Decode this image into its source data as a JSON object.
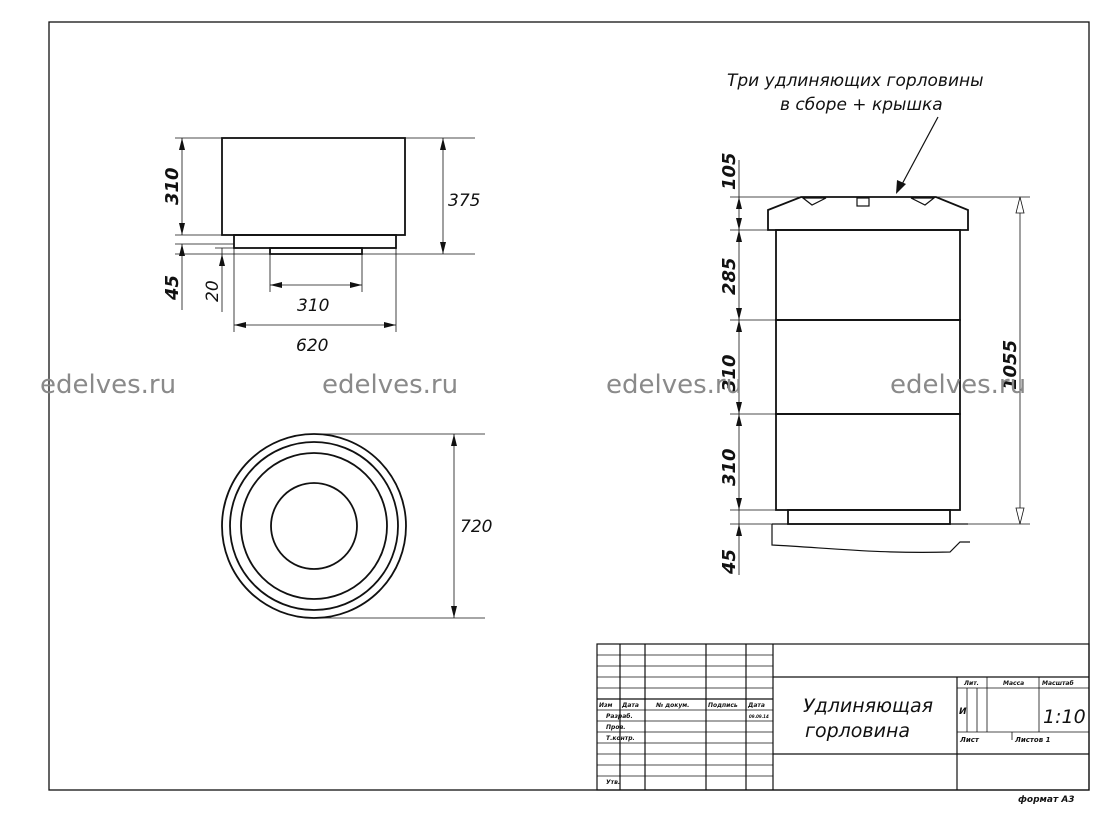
{
  "top_view_dims": {
    "height_310": "310",
    "height_375": "375",
    "height_45": "45",
    "height_20": "20",
    "width_310": "310",
    "width_620": "620"
  },
  "circle_view_dims": {
    "diameter_720": "720"
  },
  "side_view": {
    "note_line1": "Три удлиняющих горловины",
    "note_line2": "в сборе + крышка",
    "dim_105": "105",
    "dim_285": "285",
    "dim_310_a": "310",
    "dim_310_b": "310",
    "dim_45": "45",
    "dim_1055": "1055"
  },
  "watermarks": [
    "edelves.ru",
    "edelves.ru",
    "edelves.ru",
    "edelves.ru"
  ],
  "title_block": {
    "col_izm": "Изм",
    "col_data": "Дата",
    "col_ndokum": "№ докум.",
    "col_podpis": "Подпись",
    "col_data2": "Дата",
    "row_razrab": "Разраб.",
    "row_prov": "Пров.",
    "row_tkontr": "Т.контр.",
    "row_utv": "Утв.",
    "date_value": "09.09.14",
    "title_line1": "Удлиняющая",
    "title_line2": "горловина",
    "lit_label": "Лит.",
    "massa_label": "Масса",
    "masshtab_label": "Масштаб",
    "lit_value": "И",
    "scale_value": "1:10",
    "list_label": "Лист",
    "listov_label": "Листов 1"
  },
  "format_label": "формат А3"
}
